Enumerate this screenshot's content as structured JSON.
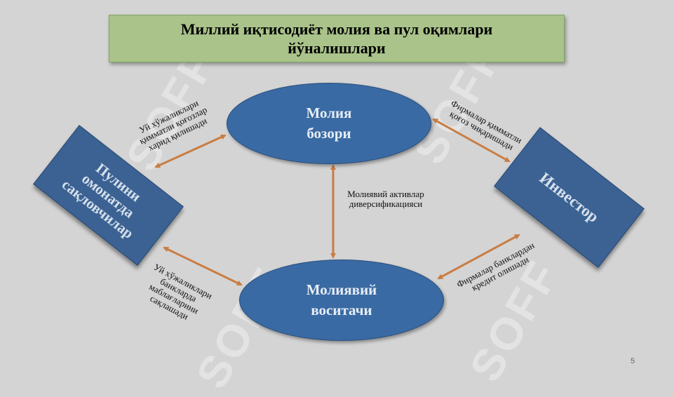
{
  "title": "Миллий иқтисодиёт молия ва пул оқимлари йўналишлари",
  "nodes": {
    "market": "Молия\nбозори",
    "intermediary": "Молиявий\nвоситачи",
    "savers": "Пулини\nомонатда\nсақловчилар",
    "investor": "Инвестор"
  },
  "labels": {
    "households_securities": "Уй хўжаликлари\nқимматли қоғозлар\nхарид қилишади",
    "firms_securities": "Фирмалар қимматли\nқоғоз чиқаришади",
    "diversification": "Молиявий активлар\nдиверсификацияси",
    "households_banks": "Уй хўжаликлари\nбанкларда\nмаблағларини\nсақлашади",
    "firms_credit": "Фирмалар банклардан\nкредит олишади"
  },
  "watermark": "SOFF",
  "page_number": "5",
  "colors": {
    "background": "#d4d4d4",
    "title_fill": "#a9c38a",
    "node_fill": "#3a6aa3",
    "arrow": "#c97d43"
  }
}
